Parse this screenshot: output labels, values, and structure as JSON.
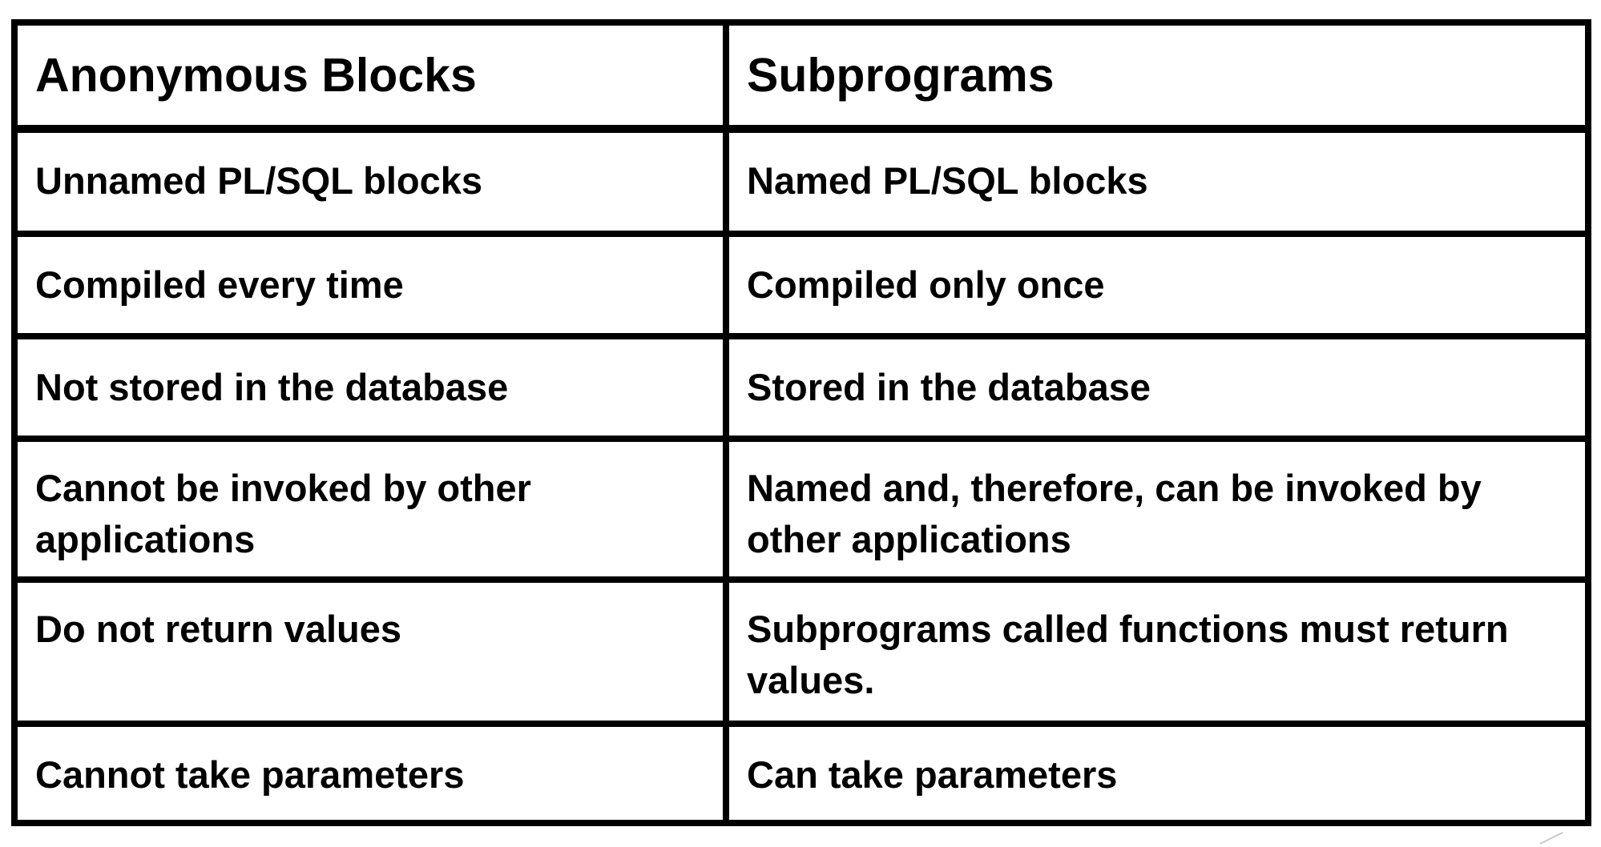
{
  "table": {
    "headers": [
      "Anonymous Blocks",
      "Subprograms"
    ],
    "rows": [
      [
        "Unnamed PL/SQL blocks",
        "Named PL/SQL blocks"
      ],
      [
        "Compiled every time",
        "Compiled only once"
      ],
      [
        "Not stored in the database",
        "Stored in the database"
      ],
      [
        "Cannot be invoked by other applications",
        "Named and, therefore, can be invoked by other applications"
      ],
      [
        "Do not return values",
        "Subprograms called functions must return values."
      ],
      [
        "Cannot take parameters",
        "Can take parameters"
      ]
    ]
  }
}
